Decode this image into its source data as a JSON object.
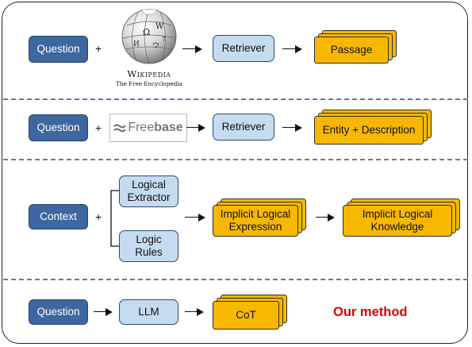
{
  "row1": {
    "question": "Question",
    "plus": "+",
    "logo_title": "Wikipedia",
    "logo_subtitle": "The Free Encyclopedia",
    "retriever": "Retriever",
    "output": "Passage"
  },
  "row2": {
    "question": "Question",
    "plus": "+",
    "logo_text_plain": "Free",
    "logo_text_bold": "base",
    "retriever": "Retriever",
    "output": "Entity + Description"
  },
  "row3": {
    "context": "Context",
    "plus": "+",
    "extractor_line1": "Logical",
    "extractor_line2": "Extractor",
    "rules_line1": "Logic",
    "rules_line2": "Rules",
    "expression_line1": "Implicit Logical",
    "expression_line2": "Expression",
    "knowledge_line1": "Implicit Logical",
    "knowledge_line2": "Knowledge"
  },
  "row4": {
    "question": "Question",
    "llm": "LLM",
    "output": "CoT",
    "label": "Our method"
  },
  "colors": {
    "dark_box": "#3e67a0",
    "light_box": "#c5dbef",
    "output_box": "#f8b800",
    "divider": "#5b7fa8",
    "highlight": "#e00000"
  }
}
